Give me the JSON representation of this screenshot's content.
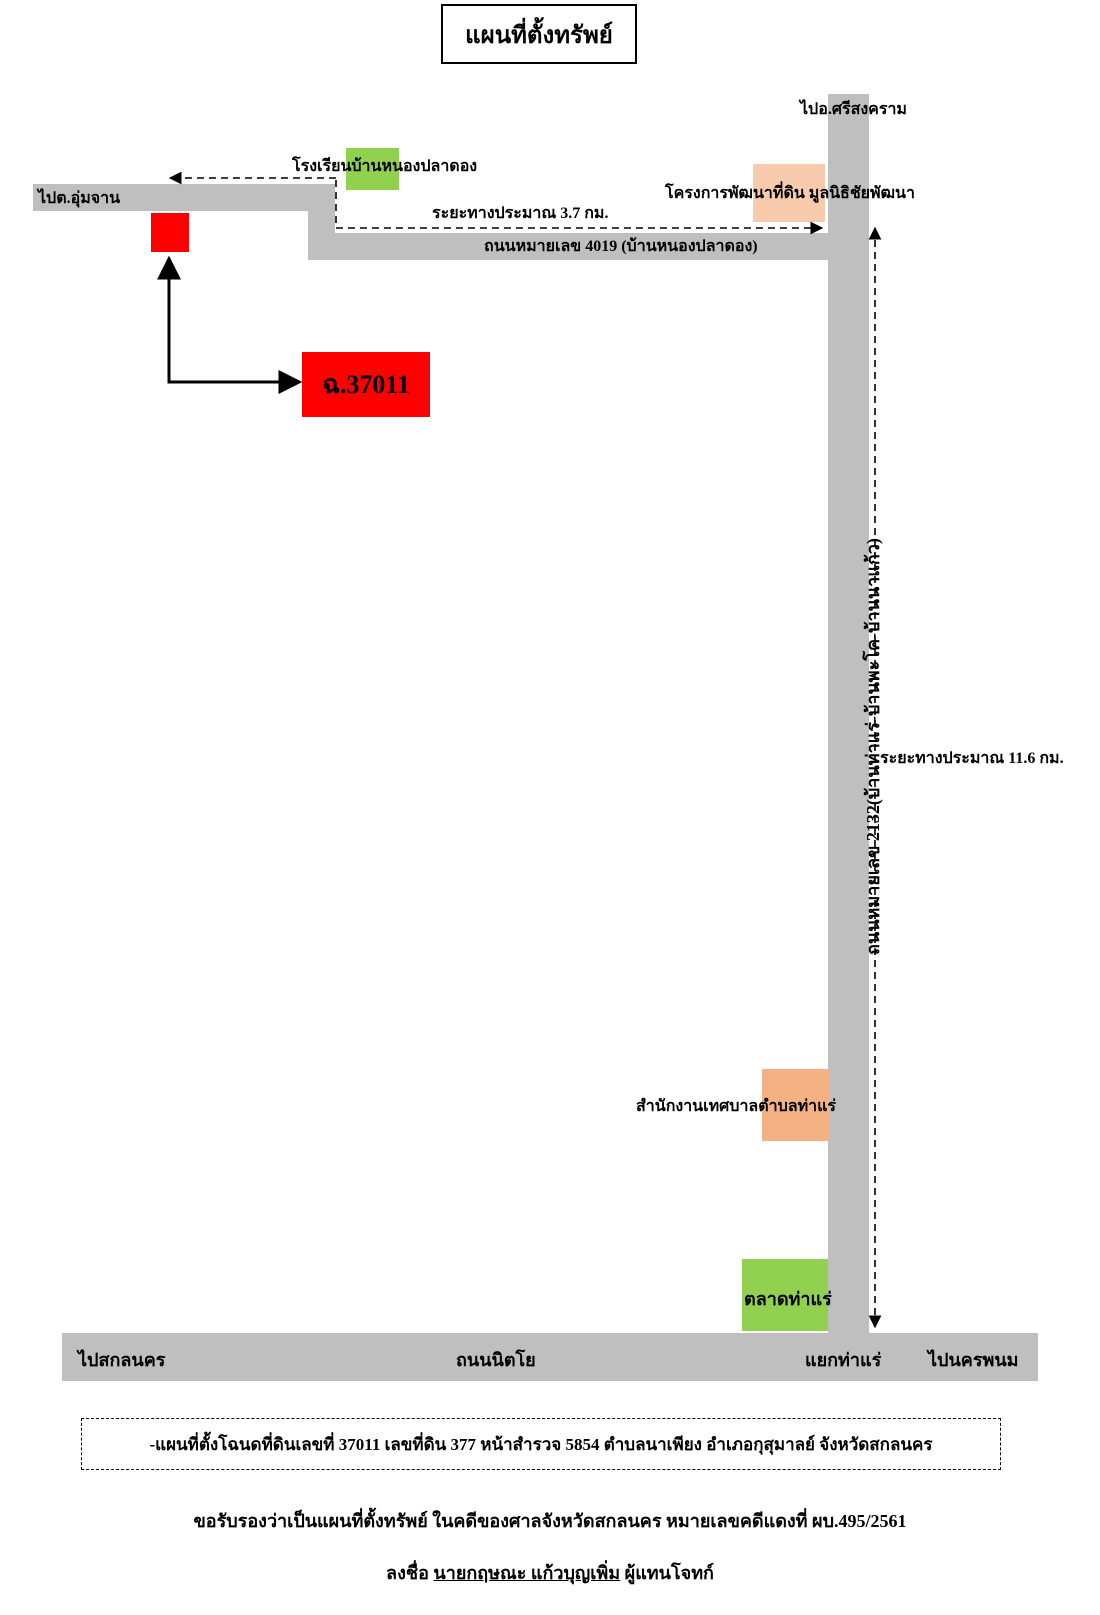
{
  "title": "แผนที่ตั้งทรัพย์",
  "labels": {
    "to_sisongkhram": "ไปอ.ศรีสงคราม",
    "school": "โรงเรียนบ้านหนองปลาดอง",
    "to_kutchan": "ไปต.อุ่มจาน",
    "land_project": "โครงการพัฒนาที่ดิน มูลนิธิชัยพัฒนา",
    "distance_3_7": "ระยะทางประมาณ 3.7 กม.",
    "road_4019": "ถนนหมายเลข 4019 (บ้านหนองปลาดอง)",
    "plot": "ฉ.37011",
    "road_2132": "ถนนหมายเลข 2132(บ้านท่าแร่-บ้านพะโค-บ้านนาแก้ว)",
    "distance_11_6": "ระยะทางประมาณ 11.6 กม.",
    "municipal_office": "สำนักงานเทศบาลตำบลท่าแร่",
    "market": "ตลาดท่าแร่",
    "to_sakon": "ไปสกลนคร",
    "nittayo_road": "ถนนนิตโย",
    "tharae_junction": "แยกท่าแร่",
    "to_nakhonphanom": "ไปนครพนม"
  },
  "note": "-แผนที่ตั้งโฉนดที่ดินเลขที่  37011  เลขที่ดิน  377  หน้าสำรวจ  5854  ตำบลนาเพียง  อำเภอกุสุมาลย์  จังหวัดสกลนคร",
  "certification": "ขอรับรองว่าเป็นแผนที่ตั้งทรัพย์  ในคดีของศาลจังหวัดสกลนคร หมายเลขคดีแดงที่ ผบ.495/2561",
  "signature": {
    "prefix": "ลงชื่อ",
    "name": "นายกฤษณะ  แก้วบุญเพิ่ม",
    "role": "ผู้แทนโจทก์"
  },
  "colors": {
    "road": "#bfbfbf",
    "plot": "#ff0000",
    "school": "#92d050",
    "market": "#92d050",
    "land_project": "#f8cbad",
    "municipal_office": "#f4b183"
  }
}
